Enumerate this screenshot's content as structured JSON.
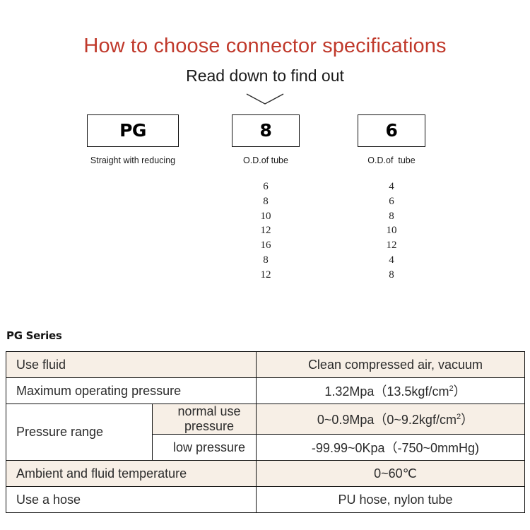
{
  "header": {
    "title": "How to choose connector specifications",
    "subtitle": "Read down to find out",
    "title_color": "#c0392b",
    "chevron_icon": "chevron-down-icon"
  },
  "code_boxes": [
    {
      "code": "PG",
      "caption": "Straight with reducing"
    },
    {
      "code": "8",
      "caption": "O.D.of tube"
    },
    {
      "code": "6",
      "caption": "O.D.of  tube"
    }
  ],
  "option_columns": [
    {
      "values": [
        "6",
        "8",
        "10",
        "12",
        "16",
        "8",
        "12"
      ]
    },
    {
      "values": [
        "4",
        "6",
        "8",
        "10",
        "12",
        "4",
        "8"
      ]
    }
  ],
  "spec": {
    "heading": "PG Series",
    "rows": [
      {
        "label": "Use fluid",
        "value_main": "Clean compressed air, vacuum",
        "value_sup": "",
        "value_tail": ""
      },
      {
        "label": "Maximum operating pressure",
        "value_main": "1.32Mpa（13.5kgf/cm",
        "value_sup": "2",
        "value_tail": "）"
      },
      {
        "label": "Pressure range",
        "sub_rows": [
          {
            "sub_label": "normal use pressure",
            "value_main": "0~0.9Mpa（0~9.2kgf/cm",
            "value_sup": "2",
            "value_tail": "）"
          },
          {
            "sub_label": "low pressure",
            "value_main": "-99.99~0Kpa（-750~0mmHg)",
            "value_sup": "",
            "value_tail": ""
          }
        ]
      },
      {
        "label": "Ambient and fluid temperature",
        "value_main": "0~60℃",
        "value_sup": "",
        "value_tail": ""
      },
      {
        "label": "Use a hose",
        "value_main": "PU hose, nylon tube",
        "value_sup": "",
        "value_tail": ""
      }
    ]
  },
  "colors": {
    "beige_row": "#f7efe6",
    "border": "#111111",
    "accent_red": "#c0392b"
  }
}
